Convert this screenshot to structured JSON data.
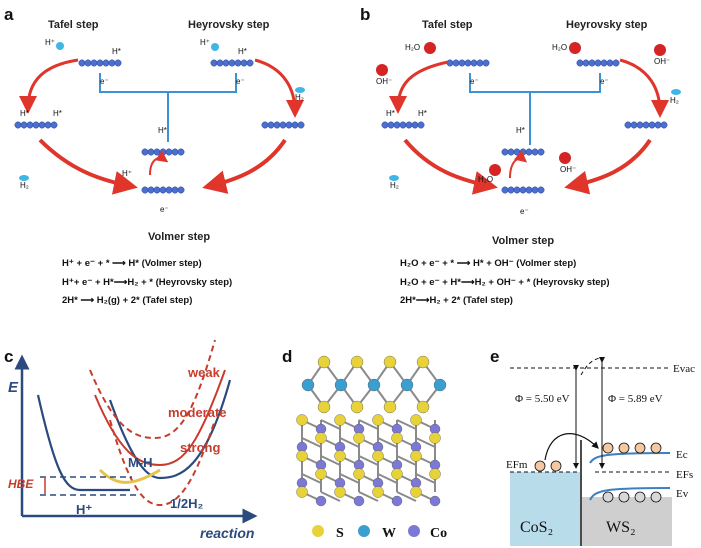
{
  "panels": {
    "a": "a",
    "b": "b",
    "c": "c",
    "d": "d",
    "e": "e"
  },
  "panel_a": {
    "tafel": "Tafel step",
    "heyrovsky": "Heyrovsky step",
    "volmer": "Volmer step",
    "h_plus": "H⁺",
    "h_ads": "H*",
    "electron": "e⁻",
    "h2": "H₂",
    "eq1": "H⁺ + e⁻ + * ⟶ H* (Volmer step)",
    "eq2": "H⁺+ e⁻ + H*⟶H₂ + * (Heyrovsky step)",
    "eq3": "2H* ⟶ H₂(g) + 2* (Tafel step)"
  },
  "panel_b": {
    "tafel": "Tafel step",
    "heyrovsky": "Heyrovsky step",
    "volmer": "Volmer step",
    "h2o": "H₂O",
    "oh": "OH⁻",
    "h_ads": "H*",
    "electron": "e⁻",
    "h2": "H₂",
    "eq1": "H₂O + e⁻ + * ⟶ H* + OH⁻ (Volmer step)",
    "eq2": "H₂O + e⁻ + H*⟶H₂ + OH⁻ + * (Heyrovsky step)",
    "eq3": "2H*⟶H₂ + 2* (Tafel step)"
  },
  "panel_c": {
    "y_axis": "E",
    "x_axis": "reaction",
    "weak": "weak",
    "moderate": "moderate",
    "strong": "strong",
    "mh": "M-H",
    "hbe": "HBE",
    "h_plus": "H⁺",
    "half_h2": "1/2H₂"
  },
  "panel_d": {
    "legend": [
      {
        "label": "S",
        "color": "#e8d23a"
      },
      {
        "label": "W",
        "color": "#3a9fd0"
      },
      {
        "label": "Co",
        "color": "#7b78d6"
      }
    ]
  },
  "panel_e": {
    "evac": "Evac",
    "phi1": "Φ = 5.50 eV",
    "phi2": "Φ = 5.89 eV",
    "ec": "Ec",
    "efs": "EFs",
    "efm": "EFm",
    "ev": "Ev",
    "left_material": "CoS₂",
    "right_material": "WS₂"
  },
  "colors": {
    "arrow_red": "#e0352b",
    "connector_blue": "#3b93d6",
    "atom_blue": "#4b6fd0",
    "cos2_fill": "#b9dcea",
    "ws2_fill": "#cfcfcf",
    "curve_navy": "#2b4a7e",
    "curve_red": "#c83c2e",
    "curve_yellow": "#e6c34a"
  }
}
